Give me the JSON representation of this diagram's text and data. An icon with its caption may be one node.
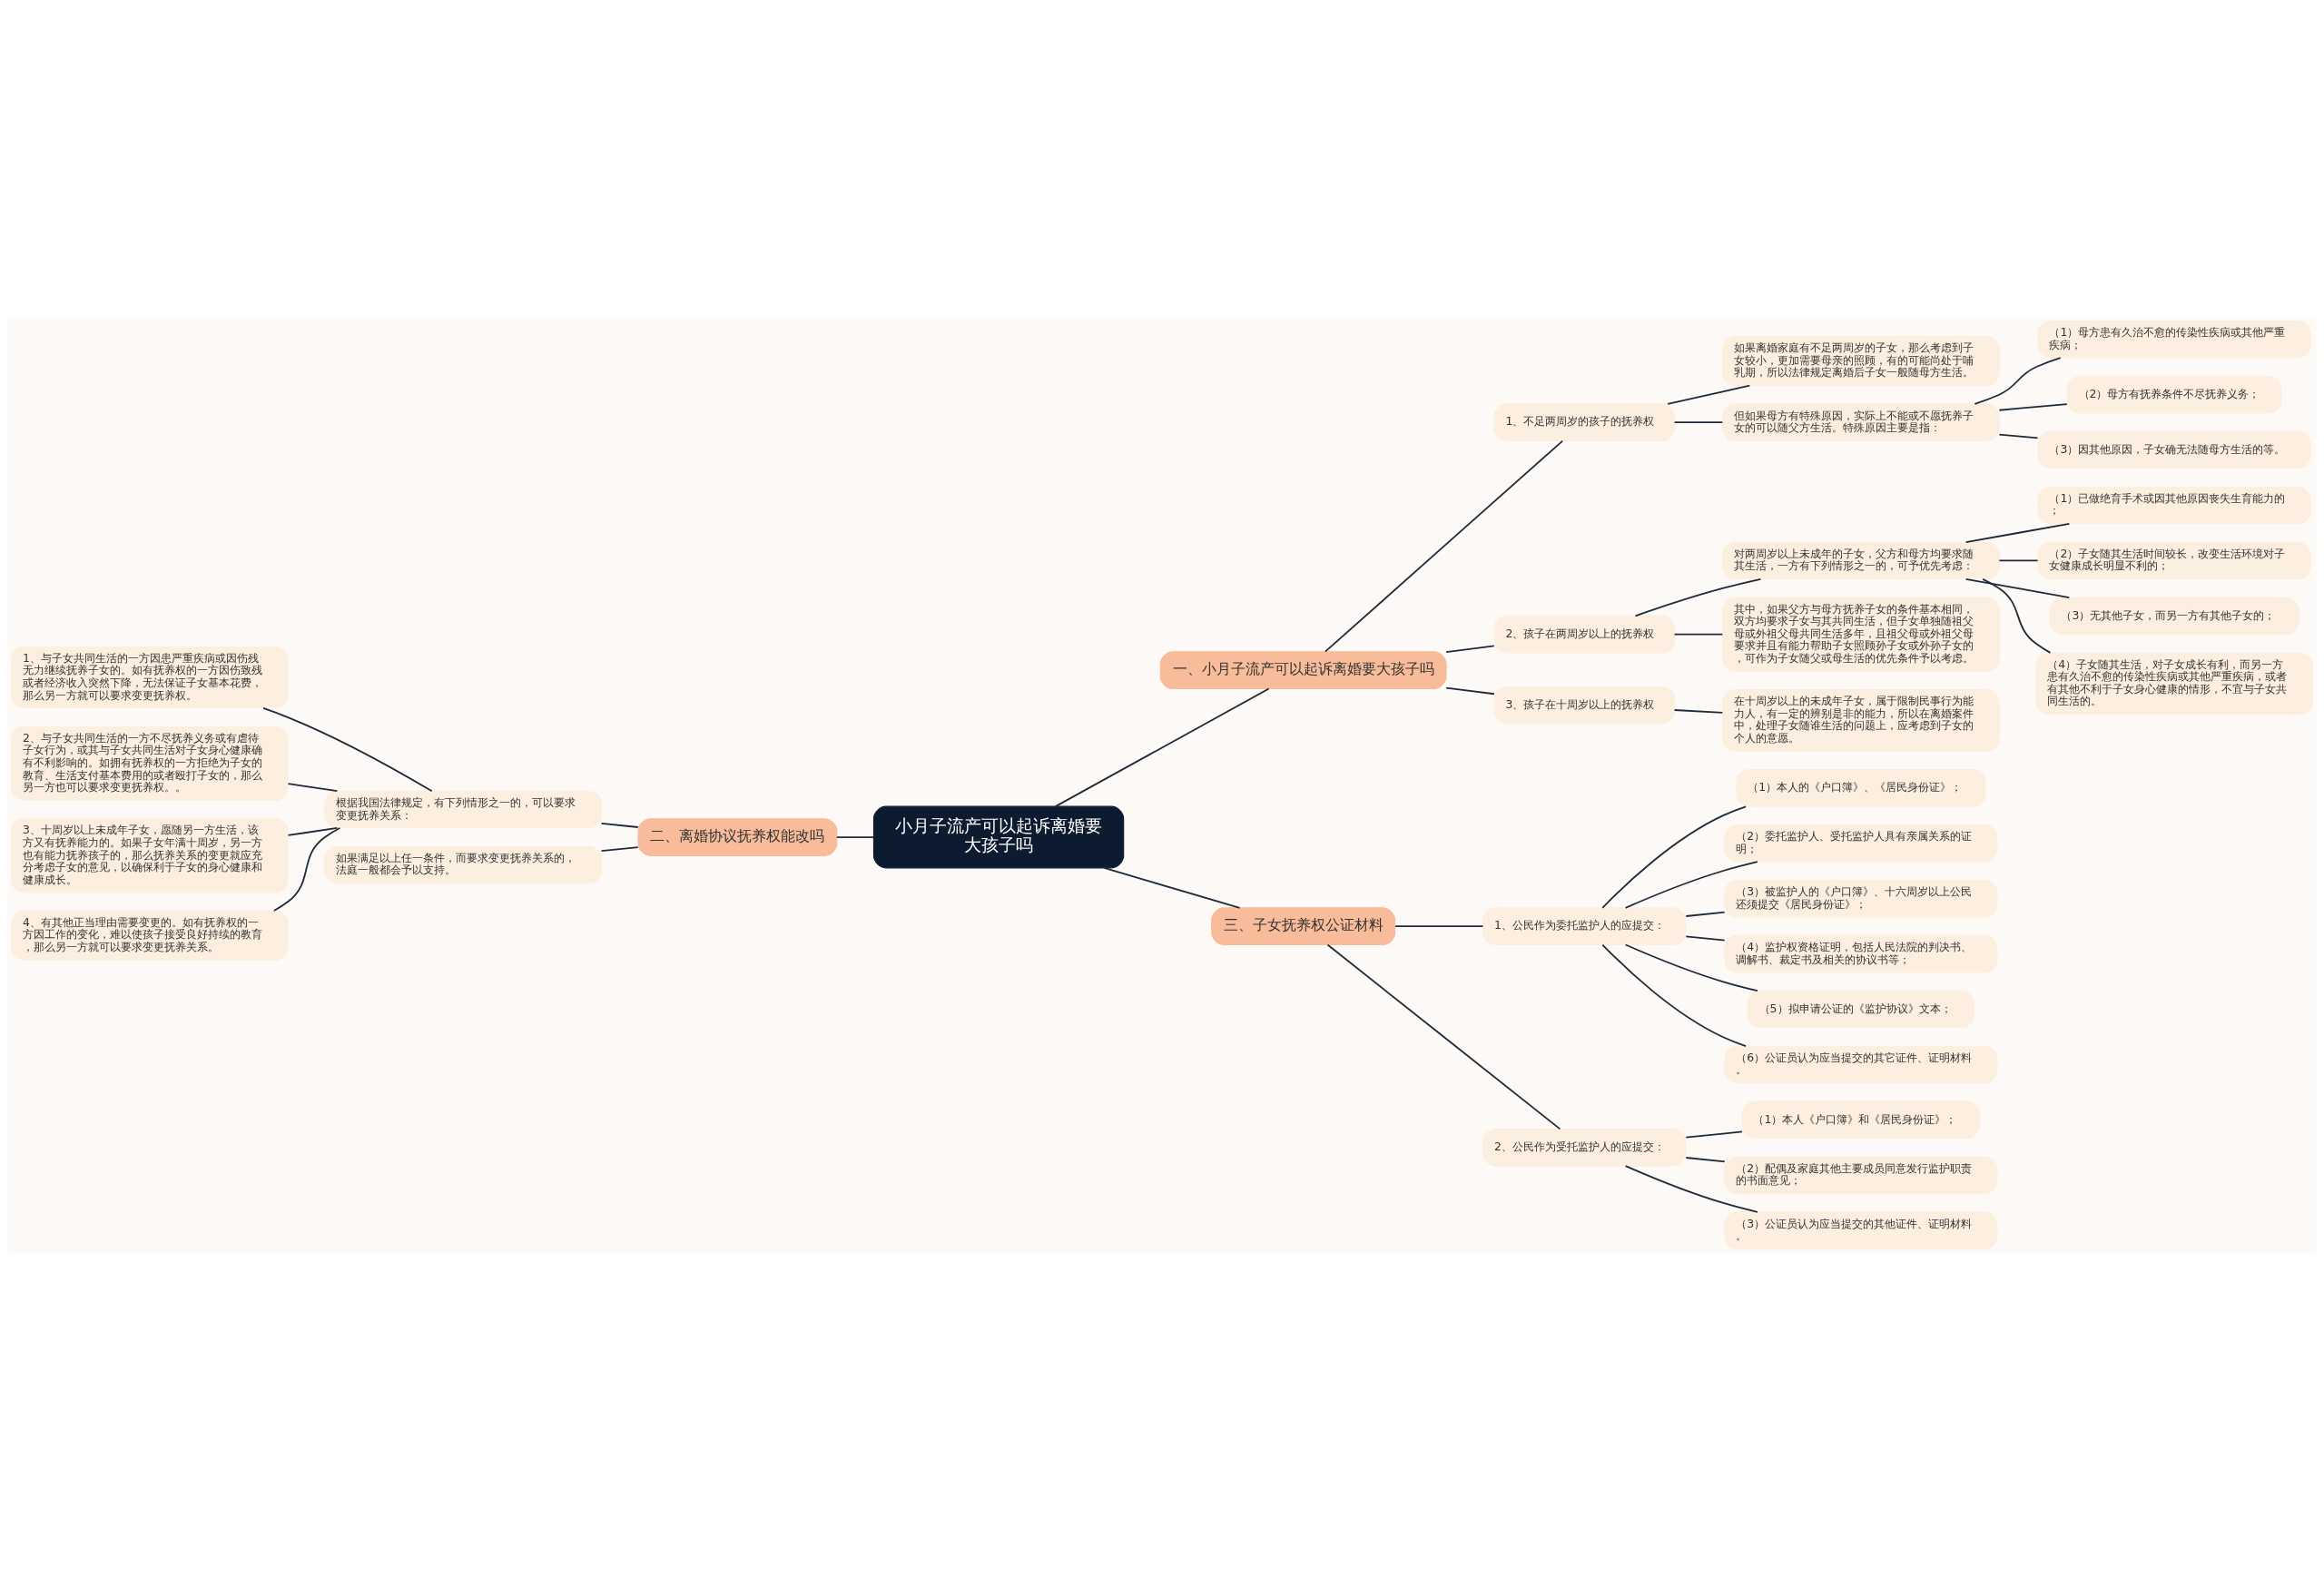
{
  "diagram": {
    "nodes": [
      {
        "text": [
          "小月子流产可以起诉离婚要大孩子吗"
        ]
      },
      {
        "text": [
          "一、小月子流产可以起诉离婚要大孩子吗"
        ]
      },
      {
        "text": [
          "1、不足两周岁的孩子的抚养权"
        ]
      },
      {
        "text": [
          "如果离婚家庭有不足两周岁的子女，那么考虑到子女较小，更加需要母亲的照顾，有的可能尚处于哺乳期，所以法律规定离婚后子女一般随母方生活。"
        ]
      },
      {
        "text": [
          "但如果母方有特殊原因，实际上不能或不愿抚养子女的可以随父方生活。特殊原因主要是指："
        ]
      },
      {
        "text": [
          "（1）母方患有久治不愈的传染性疾病或其他严重疾病；"
        ]
      },
      {
        "text": [
          "（2）母方有抚养条件不尽抚养义务；"
        ]
      },
      {
        "text": [
          "（3）因其他原因，子女确无法随母方生活的等。"
        ]
      },
      {
        "text": [
          "2、孩子在两周岁以上的抚养权"
        ]
      },
      {
        "text": [
          "对两周岁以上未成年的子女，父方和母方均要求随其生活，一方有下列情形之一的，可予优先考虑："
        ]
      },
      {
        "text": [
          "（1）已做绝育手术或因其他原因丧失生育能力的；"
        ]
      },
      {
        "text": [
          "（2）子女随其生活时间较长，改变生活环境对子女健康成长明显不利的；"
        ]
      },
      {
        "text": [
          "（3）无其他子女，而另一方有其他子女的；"
        ]
      },
      {
        "text": [
          "（4）子女随其生活，对子女成长有利，而另一方患有久治不愈的传染性疾病或其他严重疾病，或者有其他不利于子女身心健康的情形，不宜与子女共同生活的。"
        ]
      },
      {
        "text": [
          "其中，如果父方与母方抚养子女的条件基本相同，双方均要求子女与其共同生活，但子女单独随祖父母或外祖父母共同生活多年，且祖父母或外祖父母要求并且有能力帮助子女照顾孙子女或外孙子女的，可作为子女随父或母生活的优先条件予以考虑。"
        ]
      },
      {
        "text": [
          "3、孩子在十周岁以上的抚养权"
        ]
      },
      {
        "text": [
          "在十周岁以上的未成年子女，属于限制民事行为能力人，有一定的辨别是非的能力，所以在离婚案件中，处理子女随谁生活的问题上，应考虑到子女的个人的意愿。"
        ]
      },
      {
        "text": [
          "二、离婚协议抚养权能改吗"
        ]
      },
      {
        "text": [
          "根据我国法律规定，有下列情形之一的，可以要求变更抚养关系："
        ]
      },
      {
        "text": [
          "1、与子女共同生活的一方因患严重疾病或因伤残无力继续抚养子女的。如有抚养权的一方因伤致残或者经济收入突然下降，无法保证子女基本花费，那么另一方就可以要求变更抚养权。"
        ]
      },
      {
        "text": [
          "2、与子女共同生活的一方不尽抚养义务或有虐待子女行为，或其与子女共同生活对子女身心健康确有不利影响的。如拥有抚养权的一方拒绝为子女的教育、生活支付基本费用的或者殴打子女的，那么另一方也可以要求变更抚养权。。"
        ]
      },
      {
        "text": [
          "3、十周岁以上未成年子女，愿随另一方生活，该方又有抚养能力的。如果子女年满十周岁，另一方也有能力抚养孩子的，那么抚养关系的变更就应充分考虑子女的意见，以确保利于子女的身心健康和健康成长。"
        ]
      },
      {
        "text": [
          "4、有其他正当理由需要变更的。如有抚养权的一方因工作的变化，难以使孩子接受良好持续的教育，那么另一方就可以要求变更抚养关系。"
        ]
      },
      {
        "text": [
          "如果满足以上任一条件，而要求变更抚养关系的，法庭一般都会予以支持。"
        ]
      },
      {
        "text": [
          "三、子女抚养权公证材料"
        ]
      },
      {
        "text": [
          "1、公民作为委托监护人的应提交："
        ]
      },
      {
        "text": [
          "（1）本人的《户口簿》、《居民身份证》；"
        ]
      },
      {
        "text": [
          "（2）委托监护人、受托监护人具有亲属关系的证明；"
        ]
      },
      {
        "text": [
          "（3）被监护人的《户口簿》、十六周岁以上公民还须提交《居民身份证》；"
        ]
      },
      {
        "text": [
          "（4）监护权资格证明，包括人民法院的判决书、调解书、裁定书及相关的协议书等；"
        ]
      },
      {
        "text": [
          "（5）拟申请公证的《监护协议》文本；"
        ]
      },
      {
        "text": [
          "（6）公证员认为应当提交的其它证件、证明材料。"
        ]
      },
      {
        "text": [
          "2、公民作为受托监护人的应提交："
        ]
      },
      {
        "text": [
          "（1）本人《户口簿》和《居民身份证》；"
        ]
      },
      {
        "text": [
          "（2）配偶及家庭其他主要成员同意发行监护职责的书面意见；"
        ]
      },
      {
        "text": [
          "（3）公证员认为应当提交的其他证件、证明材料。"
        ]
      }
    ],
    "edges": [
      {
        "from": 0,
        "to": 1,
        "arrow": "none"
      },
      {
        "from": 1,
        "to": 2,
        "arrow": "none"
      },
      {
        "from": 2,
        "to": 3,
        "arrow": "none"
      },
      {
        "from": 2,
        "to": 4,
        "arrow": "none"
      },
      {
        "from": 4,
        "to": 5,
        "arrow": "none"
      },
      {
        "from": 4,
        "to": 6,
        "arrow": "none"
      },
      {
        "from": 4,
        "to": 7,
        "arrow": "none"
      },
      {
        "from": 1,
        "to": 8,
        "arrow": "none"
      },
      {
        "from": 8,
        "to": 9,
        "arrow": "none"
      },
      {
        "from": 9,
        "to": 10,
        "arrow": "none"
      },
      {
        "from": 9,
        "to": 11,
        "arrow": "none"
      },
      {
        "from": 9,
        "to": 12,
        "arrow": "none"
      },
      {
        "from": 9,
        "to": 13,
        "arrow": "none"
      },
      {
        "from": 8,
        "to": 14,
        "arrow": "none"
      },
      {
        "from": 1,
        "to": 15,
        "arrow": "none"
      },
      {
        "from": 15,
        "to": 16,
        "arrow": "none"
      },
      {
        "from": 0,
        "to": 17,
        "arrow": "none"
      },
      {
        "from": 17,
        "to": 18,
        "arrow": "none"
      },
      {
        "from": 18,
        "to": 19,
        "arrow": "none"
      },
      {
        "from": 18,
        "to": 20,
        "arrow": "none"
      },
      {
        "from": 18,
        "to": 21,
        "arrow": "none"
      },
      {
        "from": 18,
        "to": 22,
        "arrow": "none"
      },
      {
        "from": 17,
        "to": 23,
        "arrow": "none"
      },
      {
        "from": 0,
        "to": 24,
        "arrow": "none"
      },
      {
        "from": 24,
        "to": 25,
        "arrow": "none"
      },
      {
        "from": 25,
        "to": 26,
        "arrow": "none"
      },
      {
        "from": 25,
        "to": 27,
        "arrow": "none"
      },
      {
        "from": 25,
        "to": 28,
        "arrow": "none"
      },
      {
        "from": 25,
        "to": 29,
        "arrow": "none"
      },
      {
        "from": 25,
        "to": 30,
        "arrow": "none"
      },
      {
        "from": 25,
        "to": 31,
        "arrow": "none"
      },
      {
        "from": 24,
        "to": 32,
        "arrow": "none"
      },
      {
        "from": 32,
        "to": 33,
        "arrow": "none"
      },
      {
        "from": 32,
        "to": 34,
        "arrow": "none"
      },
      {
        "from": 32,
        "to": 35,
        "arrow": "none"
      }
    ]
  }
}
